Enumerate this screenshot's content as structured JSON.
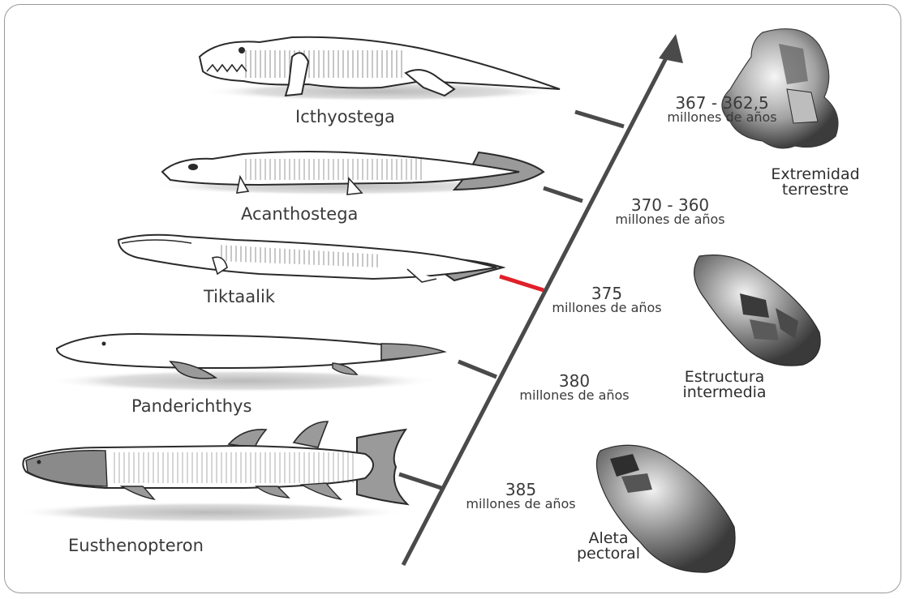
{
  "species": [
    {
      "name": "Icthyostega"
    },
    {
      "name": "Acanthostega"
    },
    {
      "name": "Tiktaalik"
    },
    {
      "name": "Panderichthys"
    },
    {
      "name": "Eusthenopteron"
    }
  ],
  "eras": [
    {
      "range": "367 - 362,5",
      "unit": "millones de años"
    },
    {
      "range": "370 - 360",
      "unit": "millones de años"
    },
    {
      "range": "375",
      "unit": "millones de años"
    },
    {
      "range": "380",
      "unit": "millones de años"
    },
    {
      "range": "385",
      "unit": "millones de años"
    }
  ],
  "limbs": [
    {
      "line1": "Extremidad",
      "line2": "terrestre"
    },
    {
      "line1": "Estructura",
      "line2": "intermedia"
    },
    {
      "line1": "Aleta",
      "line2": "pectoral"
    }
  ],
  "colors": {
    "axis": "#4a4a4a",
    "highlight_tick": "#e0202a",
    "frame": "#9a9a9a",
    "fin_fill": "#9a9a9a",
    "shadow": "#c8c8c8"
  }
}
